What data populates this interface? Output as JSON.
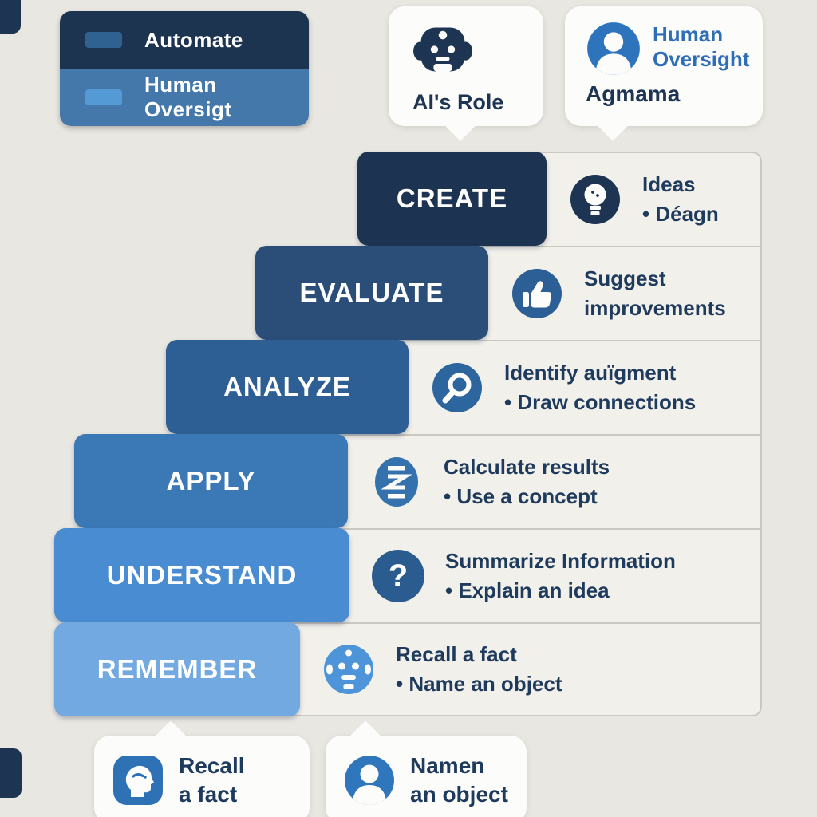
{
  "legend": {
    "items": [
      {
        "label": "Automate",
        "row_bg": "#1d3451",
        "swatch": "#2f6191",
        "icon": "automate-swatch"
      },
      {
        "label": "Human Oversigt",
        "row_bg": "#4478ab",
        "swatch": "#549bd6",
        "icon": "human-oversight-swatch"
      }
    ]
  },
  "callouts_top": [
    {
      "icon": "robot-icon",
      "title": "AI's Role"
    },
    {
      "icon": "person-icon",
      "side_lines": [
        "Human",
        "Oversight"
      ],
      "title": "Agmama"
    }
  ],
  "pyramid": {
    "rows": [
      {
        "label": "CREATE",
        "color": "#1c3452",
        "icon": "lightbulb-icon",
        "lines": [
          "Ideas",
          "• Déagn"
        ]
      },
      {
        "label": "EVALUATE",
        "color": "#2b4e79",
        "icon": "thumbs-up-icon",
        "lines": [
          "Suggest",
          "improvements"
        ]
      },
      {
        "label": "ANALYZE",
        "color": "#2e5f94",
        "icon": "magnifier-icon",
        "lines": [
          "Identify auïgment",
          "• Draw connections"
        ]
      },
      {
        "label": "APPLY",
        "color": "#3b78b6",
        "icon": "process-icon",
        "lines": [
          "Calculate results",
          "• Use a concept"
        ]
      },
      {
        "label": "UNDERSTAND",
        "color": "#4a8cd2",
        "icon": "question-icon",
        "icon_glyph": "?",
        "lines": [
          "Summarize Information",
          "• Explain an idea"
        ]
      },
      {
        "label": "REMEMBER",
        "color": "#72a9e0",
        "icon": "robot-face-icon",
        "lines": [
          "Recall a fact",
          "• Name an object"
        ]
      }
    ]
  },
  "callouts_bottom": [
    {
      "icon": "head-profile-icon",
      "lines": [
        "Recall",
        "a fact"
      ]
    },
    {
      "icon": "person-icon",
      "lines": [
        "Namen",
        "an object"
      ]
    }
  ],
  "colors": {
    "page_bg": "#e9e7e1",
    "panel_bg": "#f2f0ea",
    "panel_border": "#cbc8c1",
    "dark_navy": "#1d3553",
    "text_navy": "#1e3a5c",
    "blue_text": "#2e6db8",
    "icon_blue": "#2d659e",
    "bubble_bg": "#fcfcfa"
  }
}
